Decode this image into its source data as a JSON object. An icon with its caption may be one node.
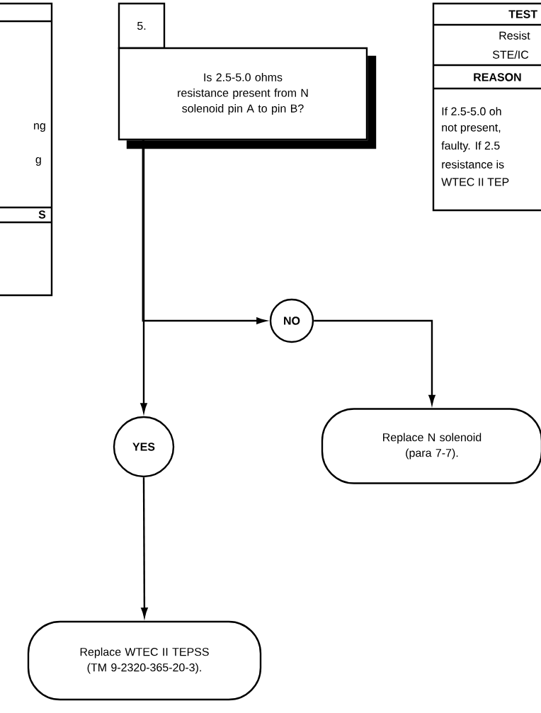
{
  "diagram": {
    "nodes": [
      {
        "text": [
          "5."
        ]
      },
      {
        "text": [
          "Is 2.5-5.0 ohms resistance present from N solenoid pin A to pin B?"
        ]
      },
      {
        "text": [
          "NO"
        ]
      },
      {
        "text": [
          "YES"
        ]
      },
      {
        "text": [
          "Replace N solenoid (para 7-7)."
        ]
      },
      {
        "text": [
          "Replace WTEC II TEPSS (TM 9-2320-365-20-3)."
        ]
      }
    ],
    "edges": [
      {
        "from": 1,
        "to": 3,
        "arrow": "to"
      },
      {
        "from": 1,
        "to": 2,
        "arrow": "to"
      },
      {
        "from": 2,
        "to": 4,
        "arrow": "to"
      },
      {
        "from": 3,
        "to": 5,
        "arrow": "to"
      }
    ],
    "labels": [
      "ng",
      "g",
      "S",
      "TEST",
      "Resist",
      "STE/IC",
      "REASON",
      "If 2.5-5.0 oh",
      "not present,",
      "faulty. If 2.5",
      "resistance is",
      "WTEC II TEP"
    ]
  }
}
